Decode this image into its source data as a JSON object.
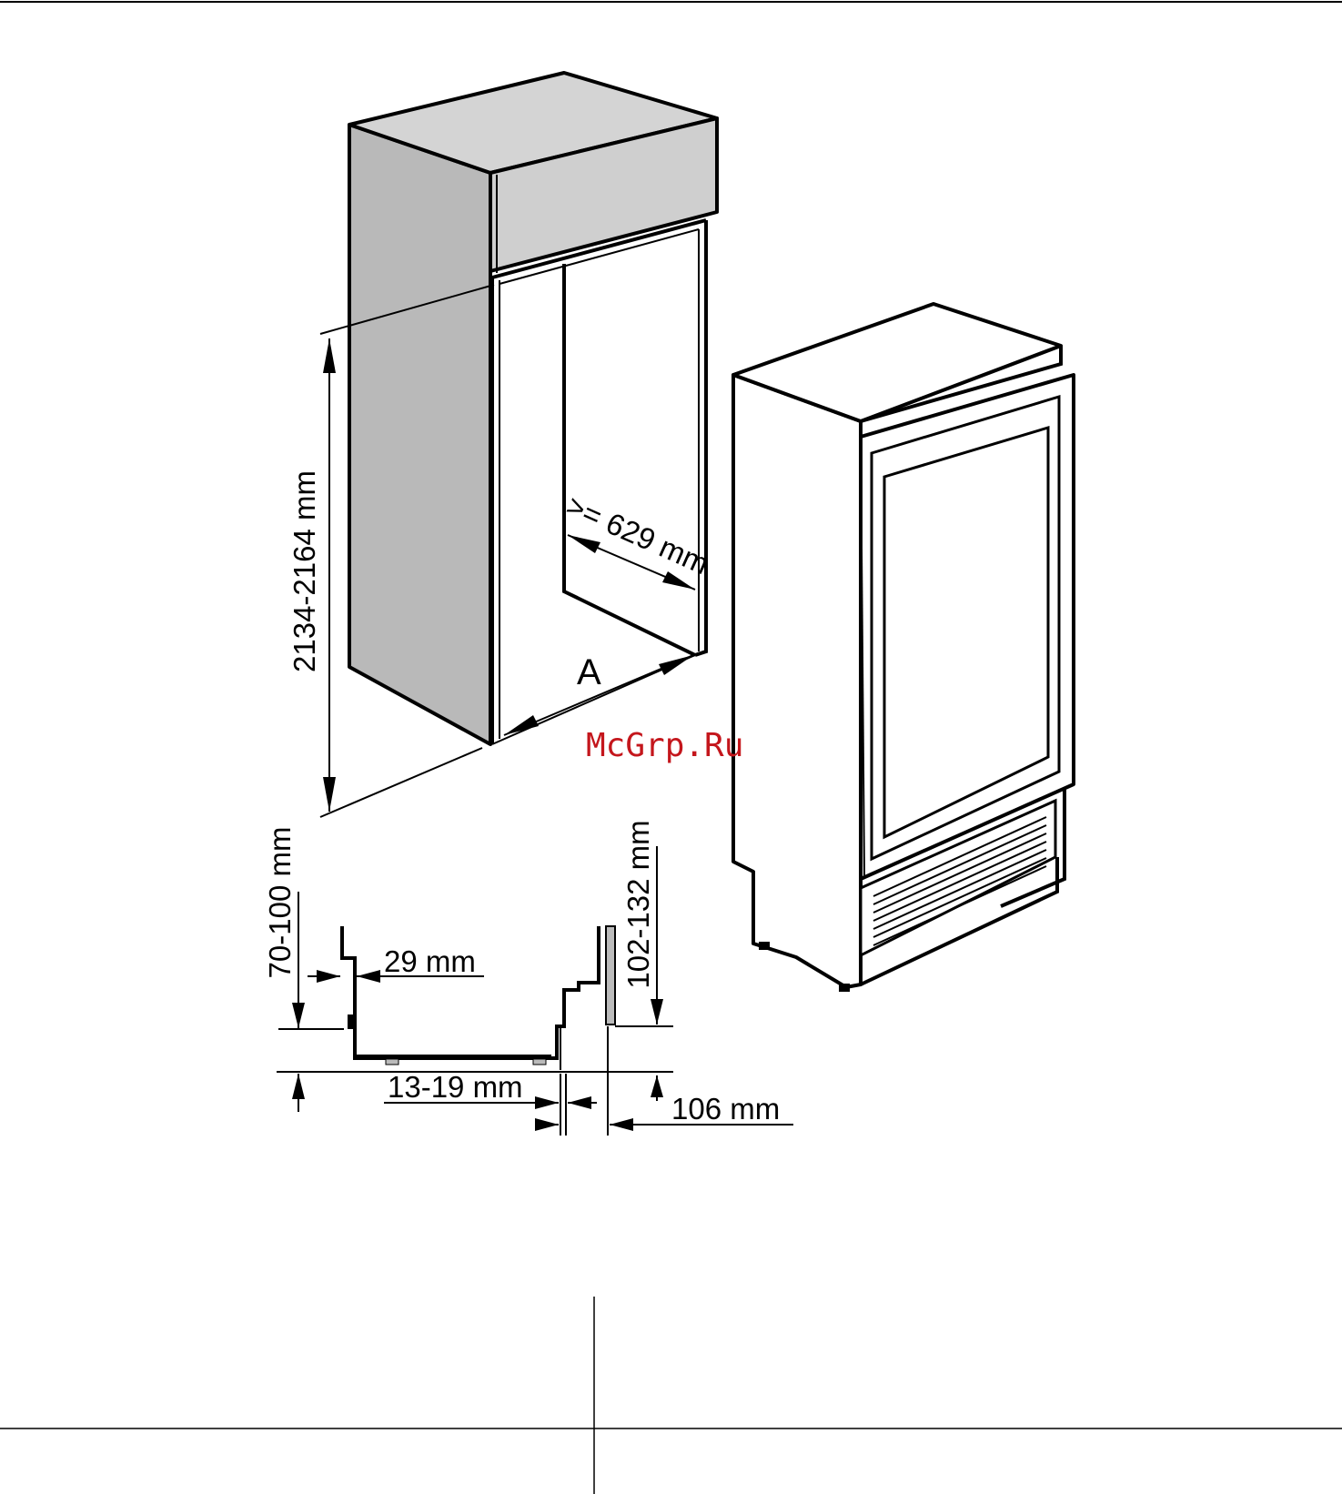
{
  "labels": {
    "height_range": "2134-2164 mm",
    "min_depth": ">= 629 mm",
    "width_ref": "A",
    "plinth_height": "70-100 mm",
    "recess": "29 mm",
    "vent_height": "102-132 mm",
    "door_offset": "13-19 mm",
    "panel_depth": "106 mm"
  },
  "watermark": "McGrp.Ru",
  "colors": {
    "cabinet_side": "#b9b9b9",
    "cabinet_top": "#d4d4d4",
    "cabinet_front": "#cfcfcf",
    "line": "#000000",
    "watermark": "#c4161c"
  }
}
